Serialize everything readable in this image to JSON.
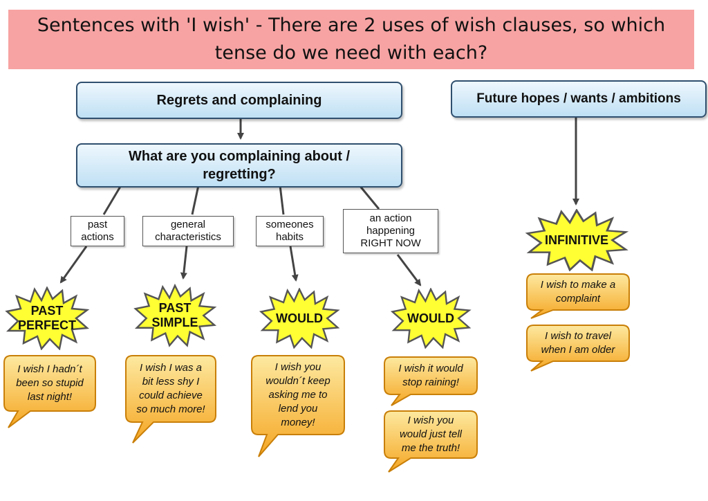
{
  "title_line1": "Sentences with 'I wish' - There are 2 uses of wish clauses, so which",
  "title_line2": "tense do we need with each?",
  "boxes": {
    "regrets": "Regrets and complaining",
    "question_line1": "What are you complaining about /",
    "question_line2": "regretting?",
    "future": "Future hopes / wants / ambitions"
  },
  "labels": {
    "past_actions_1": "past",
    "past_actions_2": "actions",
    "general_1": "general",
    "general_2": "characteristics",
    "habits_1": "someones",
    "habits_2": "habits",
    "now_1": "an action",
    "now_2": "happening",
    "now_3": "RIGHT NOW"
  },
  "tenses": {
    "past_perfect_1": "PAST",
    "past_perfect_2": "PERFECT",
    "past_simple_1": "PAST",
    "past_simple_2": "SIMPLE",
    "would_habits": "WOULD",
    "would_now": "WOULD",
    "infinitive": "INFINITIVE"
  },
  "examples": {
    "pp_1": "I wish I hadn´t",
    "pp_2": "been so stupid",
    "pp_3": "last night!",
    "ps_1": "I wish I was a",
    "ps_2": "bit less shy I",
    "ps_3": "could achieve",
    "ps_4": "so much more!",
    "wh_1": "I wish you",
    "wh_2": "wouldn´t keep",
    "wh_3": "asking me to",
    "wh_4": "lend you",
    "wh_5": "money!",
    "wn1_1": "I wish it would",
    "wn1_2": "stop raining!",
    "wn2_1": "I wish you",
    "wn2_2": "would just tell",
    "wn2_3": "me the truth!",
    "inf1_1": "I wish to make a",
    "inf1_2": "complaint",
    "inf2_1": "I wish to travel",
    "inf2_2": "when I am older"
  },
  "colors": {
    "banner": "#f7a3a3",
    "star_fill": "#ffff33",
    "bubble_fill": "#f7b531",
    "box_fill": "#cfe8f8"
  }
}
